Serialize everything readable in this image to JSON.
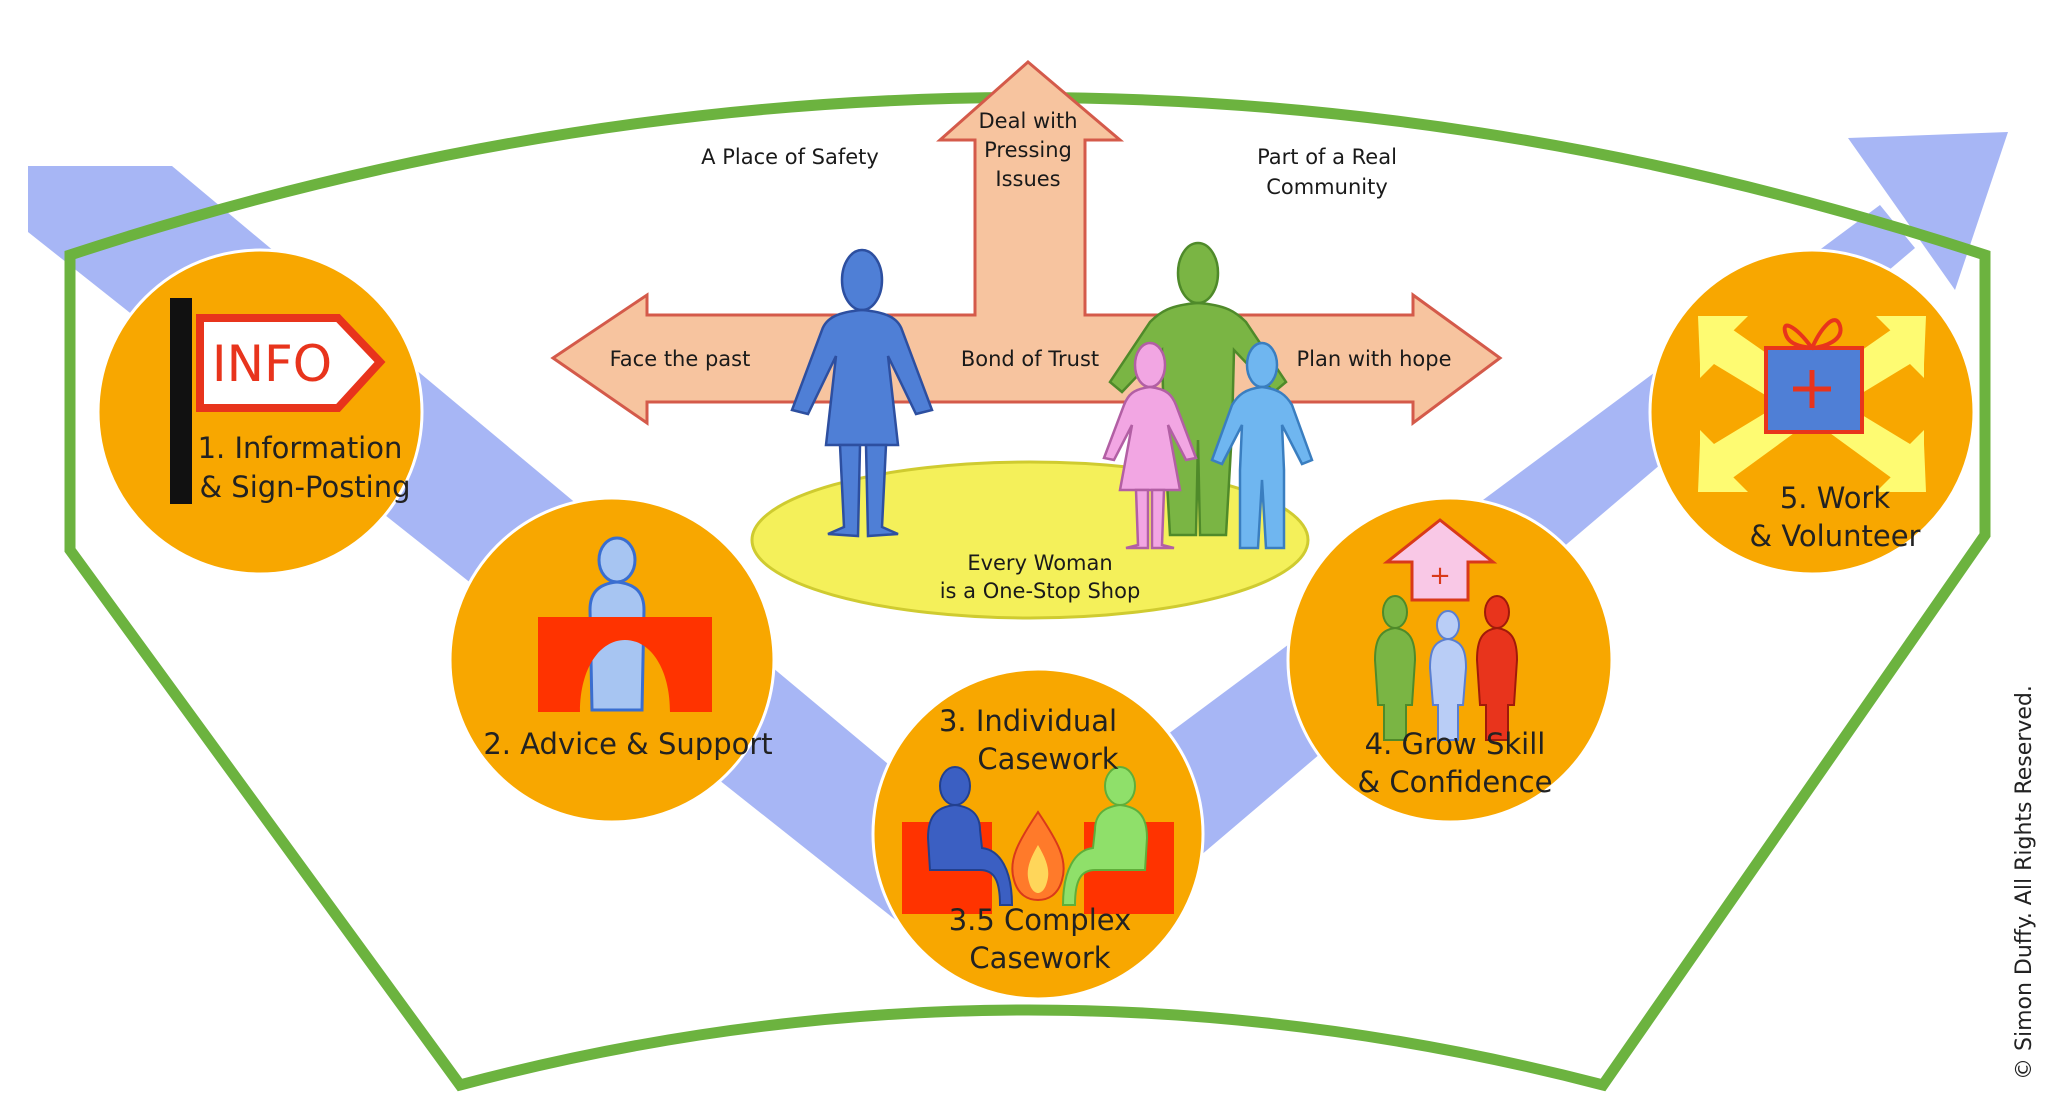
{
  "colors": {
    "frame_green": "#6cb33f",
    "path_blue": "#a7b6f5",
    "circle_orange": "#f8a700",
    "arrow_peach": "#f7c49f",
    "arrow_outline": "#d45a4a",
    "stage_yellow": "#f4f05a",
    "info_red": "#e8341c",
    "woman_blue": "#4f7fd6",
    "man_green": "#7ab544",
    "girl_pink": "#f2a6e3",
    "boy_blue": "#6fb6f0",
    "desk_red": "#ff3300",
    "gift_yellow": "#fefb72"
  },
  "center": {
    "top_arrow": [
      "Deal with",
      "Pressing",
      "Issues"
    ],
    "left_arrow": "Face the past",
    "right_arrow": "Plan with hope",
    "middle": "Bond of Trust",
    "top_left": "A Place of Safety",
    "top_right": [
      "Part of a Real",
      "Community"
    ],
    "stage": [
      "Every Woman",
      "is a One-Stop Shop"
    ]
  },
  "steps": [
    {
      "id": "1",
      "icon": "info-sign-icon",
      "sign_text": "INFO",
      "lines": [
        "1. Information",
        "& Sign-Posting"
      ]
    },
    {
      "id": "2",
      "icon": "desk-person-icon",
      "lines": [
        "2. Advice & Support"
      ]
    },
    {
      "id": "3",
      "icon": "casework-fire-icon",
      "lines": [
        "3. Individual",
        "Casework"
      ],
      "lines_bottom": [
        "3.5 Complex",
        "Casework"
      ]
    },
    {
      "id": "4",
      "icon": "house-people-icon",
      "lines": [
        "4. Grow Skill",
        "& Confidence"
      ]
    },
    {
      "id": "5",
      "icon": "gift-box-icon",
      "lines": [
        "5. Work",
        "& Volunteer"
      ]
    }
  ],
  "copyright": "© Simon Duffy. All Rights Reserved."
}
